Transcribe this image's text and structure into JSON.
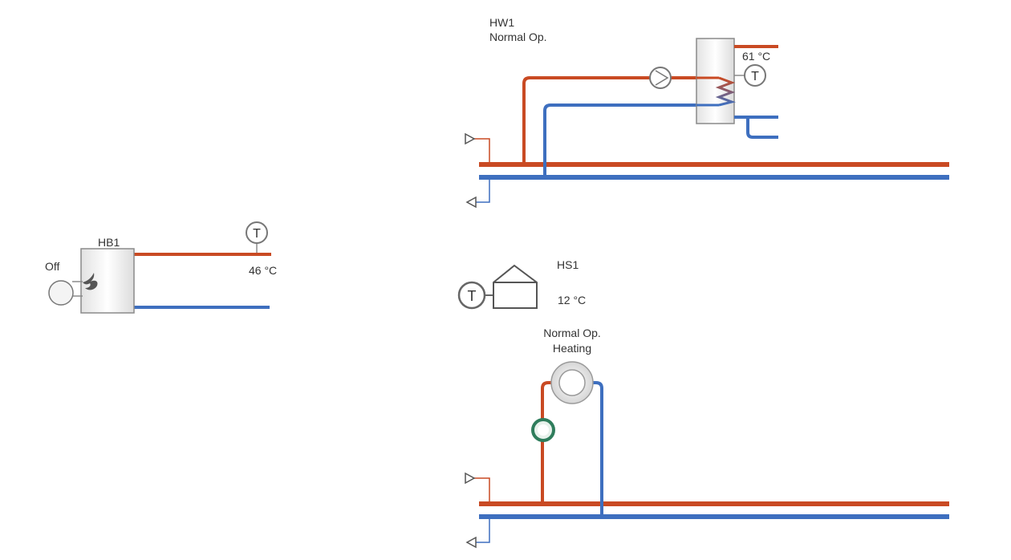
{
  "colors": {
    "supply": "#c94a23",
    "return": "#3e6fbf",
    "outline": "#8a8a8a",
    "pump_green": "#2f7d5c"
  },
  "heat_source": {
    "name": "HB1",
    "burner_status": "Off",
    "flow_temp": "46 °C",
    "sensor_symbol": "T"
  },
  "hot_water": {
    "name": "HW1",
    "mode": "Normal Op.",
    "tank_temp": "61 °C",
    "sensor_symbol": "T"
  },
  "heating_circuit": {
    "name": "HS1",
    "room_temp": "12 °C",
    "sensor_symbol": "T",
    "mode": "Normal Op.",
    "state": "Heating"
  },
  "icons": [
    "pump-icon",
    "flame-icon",
    "coil-icon",
    "house-icon",
    "radiator-icon",
    "mixing-valve-icon",
    "arrow-right-icon",
    "arrow-left-icon"
  ]
}
